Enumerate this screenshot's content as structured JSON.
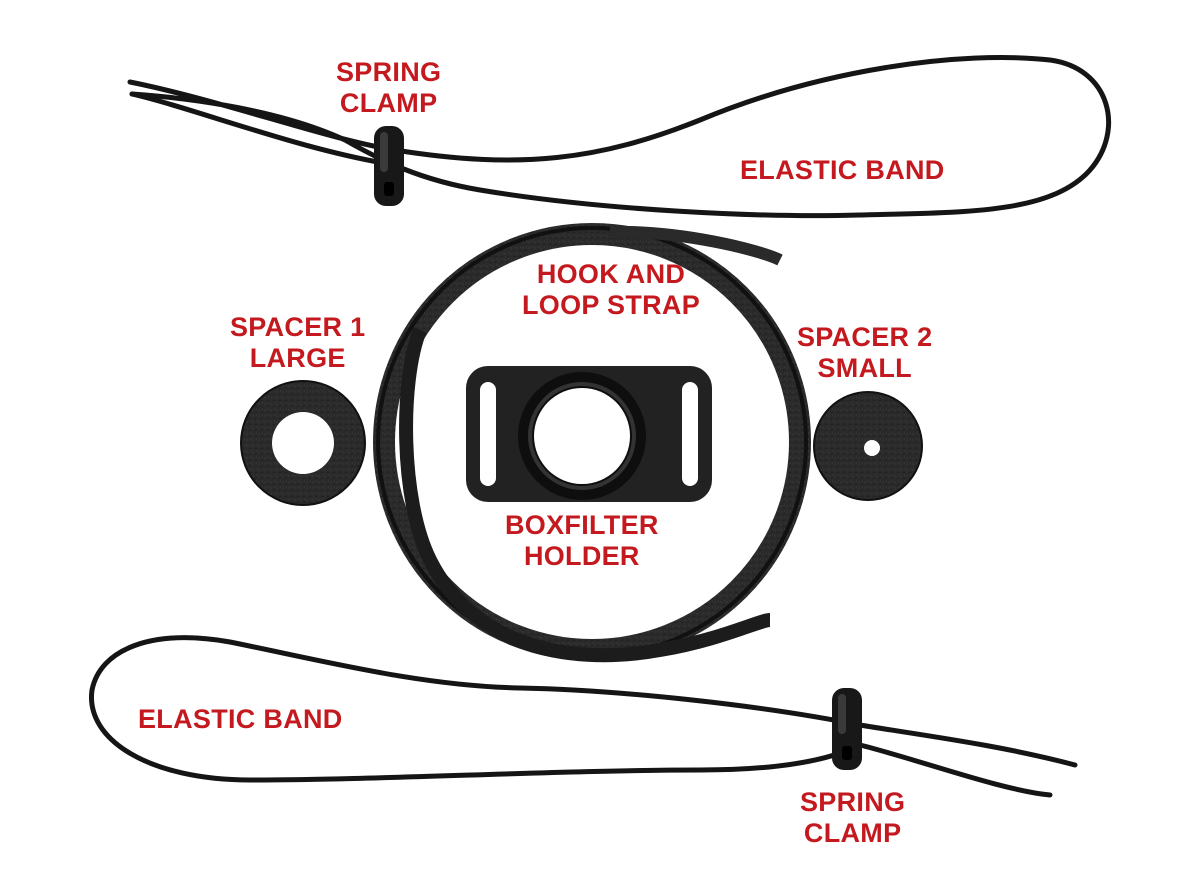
{
  "labels": {
    "spring_clamp_top": [
      "SPRING",
      "CLAMP"
    ],
    "elastic_band_top": "ELASTIC BAND",
    "hook_loop_strap": [
      "HOOK AND",
      "LOOP STRAP"
    ],
    "spacer1": [
      "SPACER 1",
      "LARGE"
    ],
    "spacer2": [
      "SPACER 2",
      "SMALL"
    ],
    "boxfilter_holder": [
      "BOXFILTER",
      "HOLDER"
    ],
    "elastic_band_bottom": "ELASTIC BAND",
    "spring_clamp_bottom": [
      "SPRING",
      "CLAMP"
    ]
  },
  "colors": {
    "label": "#c41a1f",
    "parts": "#1a1a1a",
    "background": "#ffffff"
  }
}
